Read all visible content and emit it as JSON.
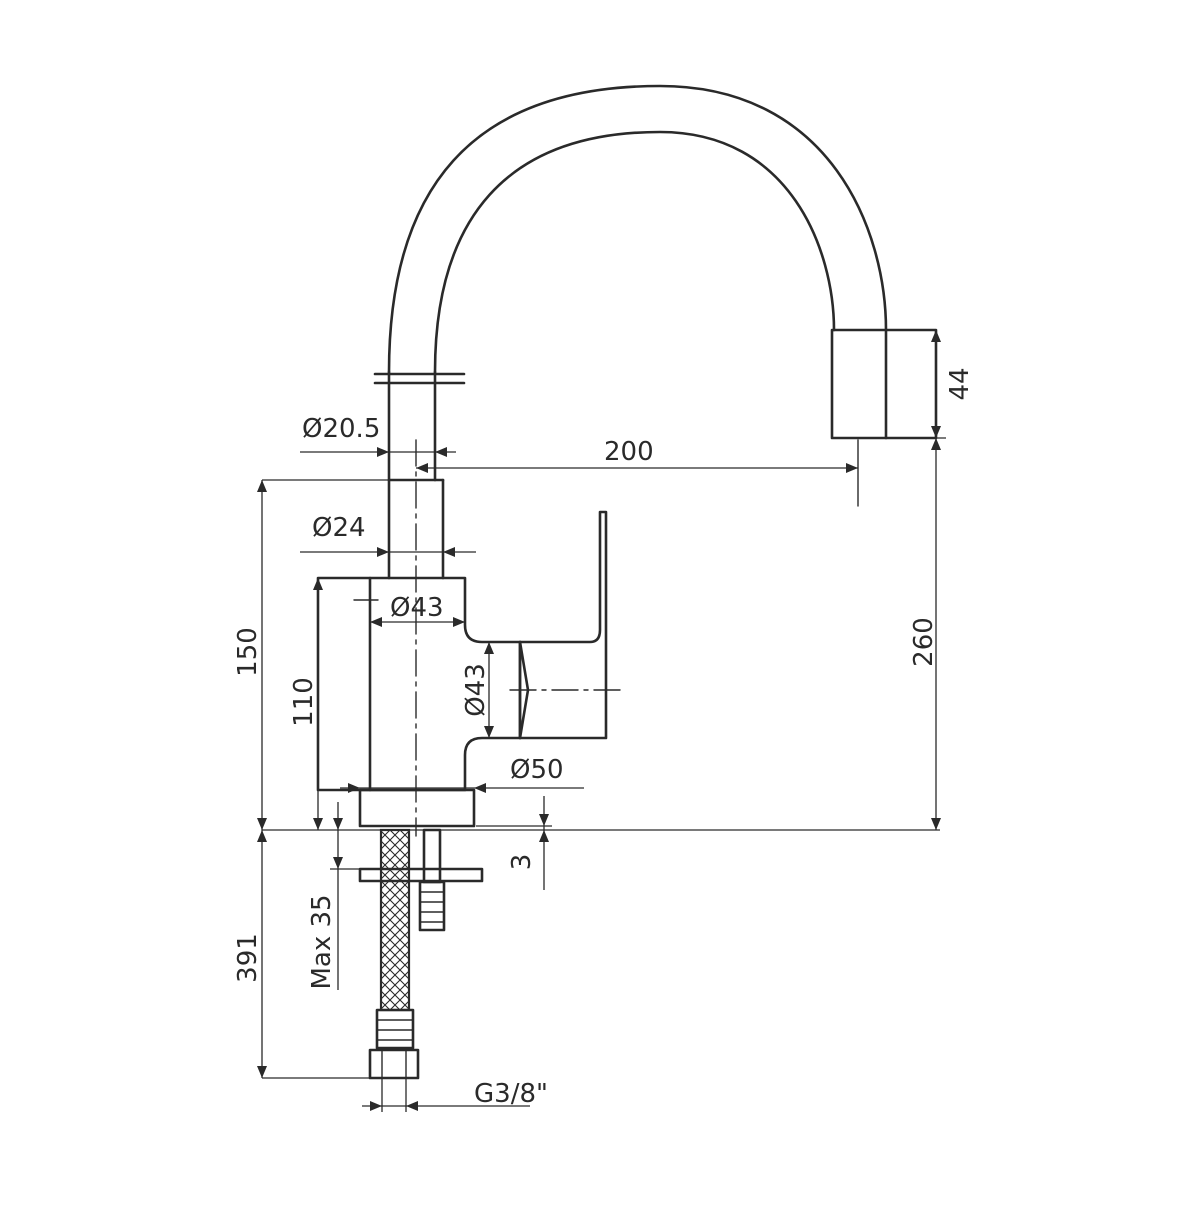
{
  "dimensions": {
    "dia_spout": "Ø20.5",
    "reach": "200",
    "dia_pipe": "Ø24",
    "aerator_height": "44",
    "dia_body_top": "Ø43",
    "dia_lever": "Ø43",
    "dia_base": "Ø50",
    "height_lever": "150",
    "height_body": "110",
    "total_height": "260",
    "plate": "3",
    "max_thickness": "Max 35",
    "hose_length": "391",
    "thread": "G3/8\""
  }
}
